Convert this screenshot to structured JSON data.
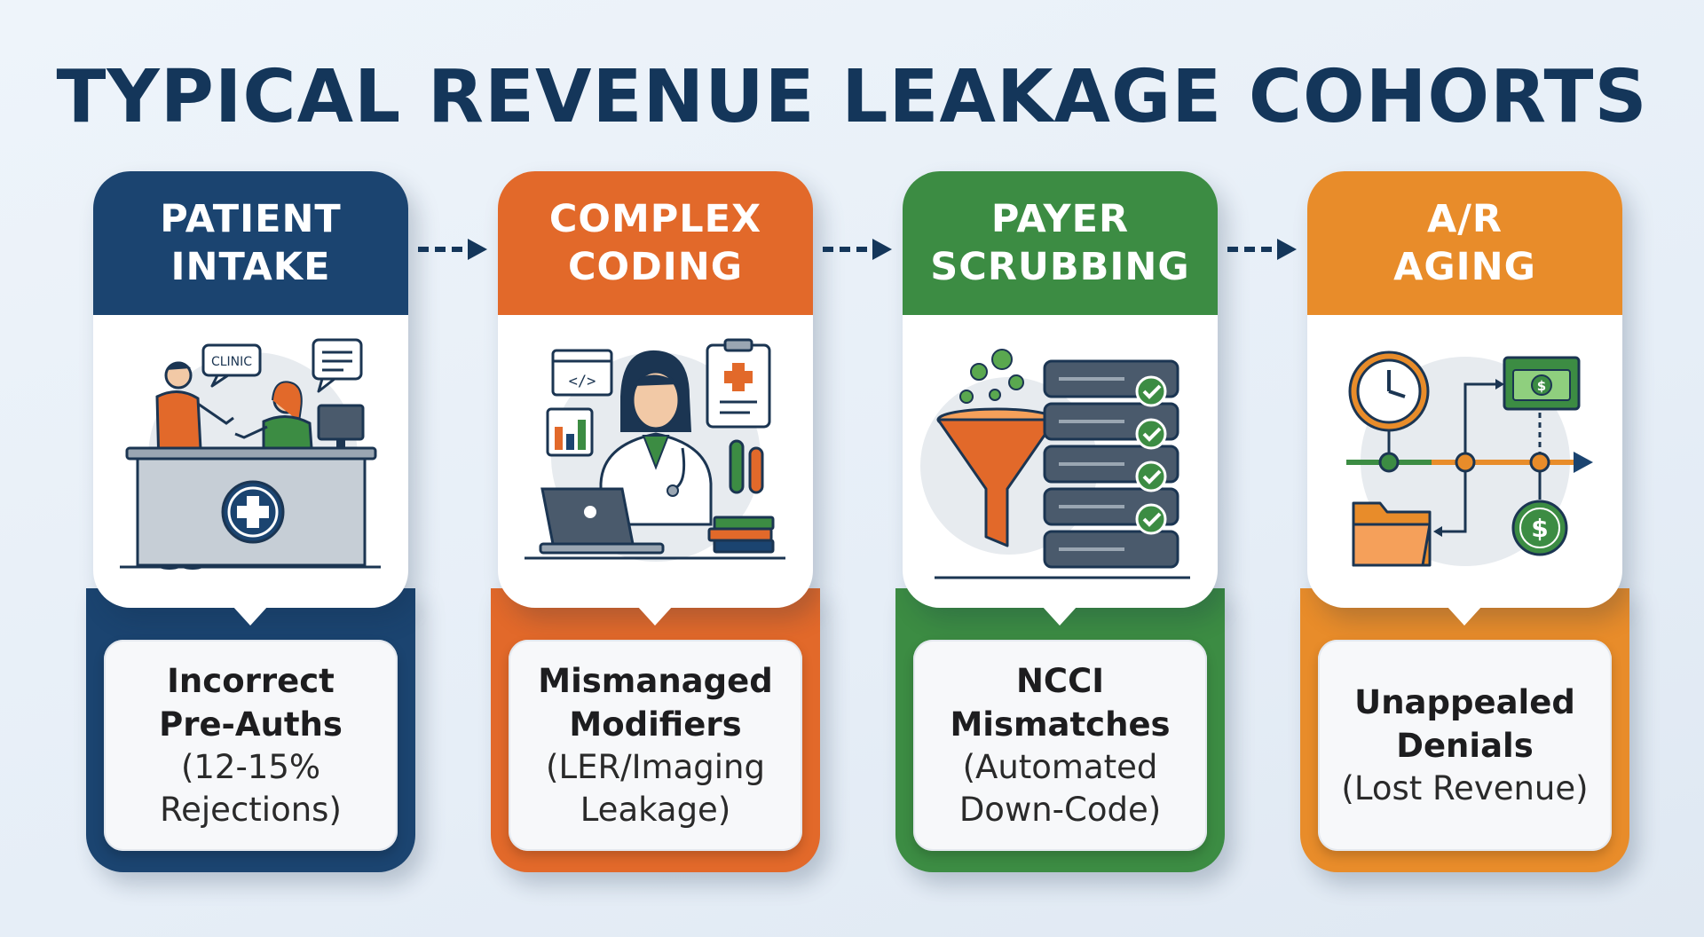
{
  "title": "TYPICAL REVENUE LEAKAGE COHORTS",
  "colors": {
    "title": "#14365a",
    "patient_intake": "#1b4470",
    "complex_coding": "#e2692a",
    "payer_scrubbing": "#3c8c43",
    "ar_aging": "#e88c2a"
  },
  "stages": [
    {
      "header_line1": "PATIENT",
      "header_line2": "INTAKE",
      "icon": "clinic-reception-icon",
      "illustration_label": "CLINIC",
      "result_line1": "Incorrect",
      "result_line2": "Pre-Auths",
      "result_sub1": "(12-15%",
      "result_sub2": "Rejections)"
    },
    {
      "header_line1": "COMPLEX",
      "header_line2": "CODING",
      "icon": "medical-coder-icon",
      "illustration_label": "</>",
      "result_line1": "Mismanaged",
      "result_line2": "Modifiers",
      "result_sub1": "(LER/Imaging",
      "result_sub2": "Leakage)"
    },
    {
      "header_line1": "PAYER",
      "header_line2": "SCRUBBING",
      "icon": "funnel-server-icon",
      "result_line1": "NCCI",
      "result_line2": "Mismatches",
      "result_sub1": "(Automated",
      "result_sub2": "Down-Code)"
    },
    {
      "header_line1": "A/R",
      "header_line2": "AGING",
      "icon": "clock-money-timeline-icon",
      "result_line1": "Unappealed",
      "result_line2": "Denials",
      "result_sub1": "(Lost Revenue)"
    }
  ]
}
